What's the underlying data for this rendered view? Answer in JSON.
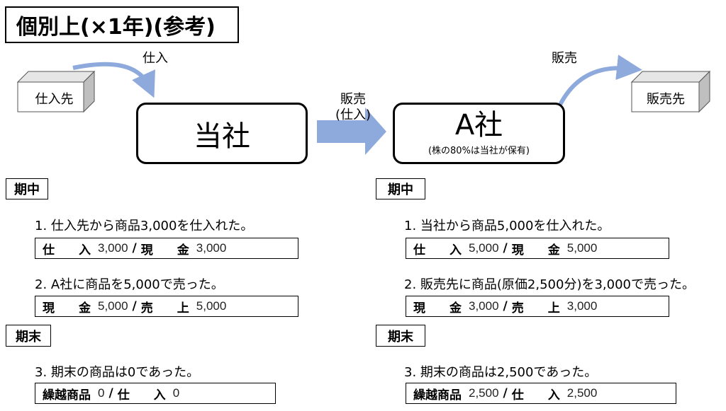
{
  "title": "個別上(×1年)(参考)",
  "nodes": {
    "supplier": "仕入先",
    "our_company": "当社",
    "company_a": "A社",
    "company_a_note": "(株の80%は当社が保有)",
    "customer": "販売先"
  },
  "flows": {
    "purchase": "仕入",
    "middle_line1": "販売",
    "middle_line2": "(仕入)",
    "sale": "販売"
  },
  "left": {
    "period_label": "期中",
    "q1": "1. 仕入先から商品3,000を仕入れた。",
    "e1": {
      "debit": "仕　　入",
      "debit_amt": "3,000",
      "sep": "/",
      "credit": "現　　金",
      "credit_amt": "3,000"
    },
    "q2": "2. A社に商品を5,000で売った。",
    "e2": {
      "debit": "現　　金",
      "debit_amt": "5,000",
      "sep": "/",
      "credit": "売　　上",
      "credit_amt": "5,000"
    },
    "end_label": "期末",
    "q3": "3. 期末の商品は0であった。",
    "e3": {
      "debit": "繰越商品",
      "debit_amt": "0",
      "sep": "/",
      "credit": "仕　　入",
      "credit_amt": "0"
    }
  },
  "right": {
    "period_label": "期中",
    "q1": "1. 当社から商品5,000を仕入れた。",
    "e1": {
      "debit": "仕　　入",
      "debit_amt": "5,000",
      "sep": "/",
      "credit": "現　　金",
      "credit_amt": "5,000"
    },
    "q2": "2. 販売先に商品(原価2,500分)を3,000で売った。",
    "e2": {
      "debit": "現　　金",
      "debit_amt": "3,000",
      "sep": "/",
      "credit": "売　　上",
      "credit_amt": "3,000"
    },
    "end_label": "期末",
    "q3": "3. 期末の商品は2,500であった。",
    "e3": {
      "debit": "繰越商品",
      "debit_amt": "2,500",
      "sep": "/",
      "credit": "仕　　入",
      "credit_amt": "2,500"
    }
  },
  "colors": {
    "arrow": "#8EA9DB",
    "cube_side": "#bfbfbf",
    "cube_top": "#e6e6e6"
  }
}
